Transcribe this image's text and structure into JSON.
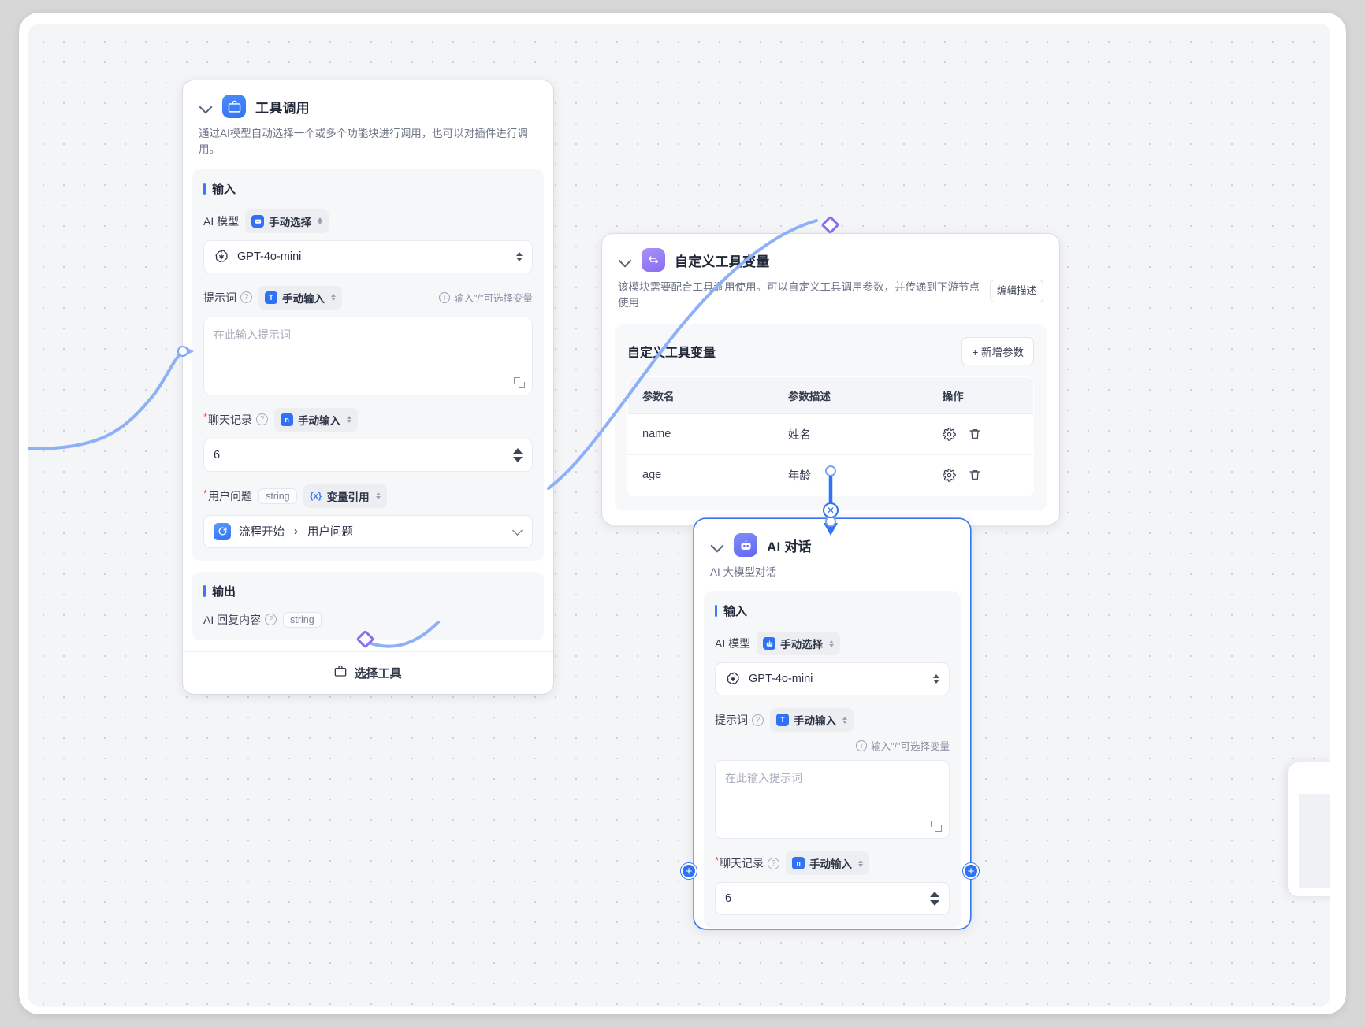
{
  "nodes": {
    "tool_call": {
      "title": "工具调用",
      "description": "通过AI模型自动选择一个或多个功能块进行调用，也可以对插件进行调用。",
      "input_section": "输入",
      "output_section": "输出",
      "fields": {
        "model_label": "AI 模型",
        "model_mode": "手动选择",
        "model_value": "GPT-4o-mini",
        "prompt_label": "提示词",
        "prompt_mode": "手动输入",
        "prompt_hint": "输入\"/\"可选择变量",
        "prompt_placeholder": "在此输入提示词",
        "history_label": "聊天记录",
        "history_mode": "手动输入",
        "history_value": "6",
        "question_label": "用户问题",
        "question_type": "string",
        "question_mode": "变量引用",
        "question_ref_source": "流程开始",
        "question_ref_field": "用户问题",
        "output_label": "AI 回复内容",
        "output_type": "string"
      },
      "footer_label": "选择工具"
    },
    "custom_tool_vars": {
      "title": "自定义工具变量",
      "description": "该模块需要配合工具调用使用。可以自定义工具调用参数，并传递到下游节点使用",
      "edit_desc_label": "编辑描述",
      "panel_title": "自定义工具变量",
      "add_param_label": "+ 新增参数",
      "table": {
        "headers": [
          "参数名",
          "参数描述",
          "操作"
        ],
        "rows": [
          {
            "name": "name",
            "desc": "姓名"
          },
          {
            "name": "age",
            "desc": "年龄"
          }
        ]
      }
    },
    "ai_chat": {
      "title": "AI 对话",
      "description": "AI 大模型对话",
      "input_section": "输入",
      "fields": {
        "model_label": "AI 模型",
        "model_mode": "手动选择",
        "model_value": "GPT-4o-mini",
        "prompt_label": "提示词",
        "prompt_mode": "手动输入",
        "prompt_hint": "输入\"/\"可选择变量",
        "prompt_placeholder": "在此输入提示词",
        "history_label": "聊天记录",
        "history_mode": "手动输入",
        "history_value": "6"
      }
    }
  },
  "icons": {
    "chevron": "chevron-down-icon",
    "tool": "toolbox-icon",
    "variable": "variable-icon",
    "chat": "robot-icon",
    "gear": "gear-icon",
    "trash": "trash-icon",
    "openai": "openai-icon"
  },
  "colors": {
    "accent_blue": "#2f72f5",
    "accent_purple": "#8b6cf2",
    "edge_blue": "#8db0f7",
    "required_red": "#f0504a",
    "canvas_bg": "#f4f5f7"
  }
}
